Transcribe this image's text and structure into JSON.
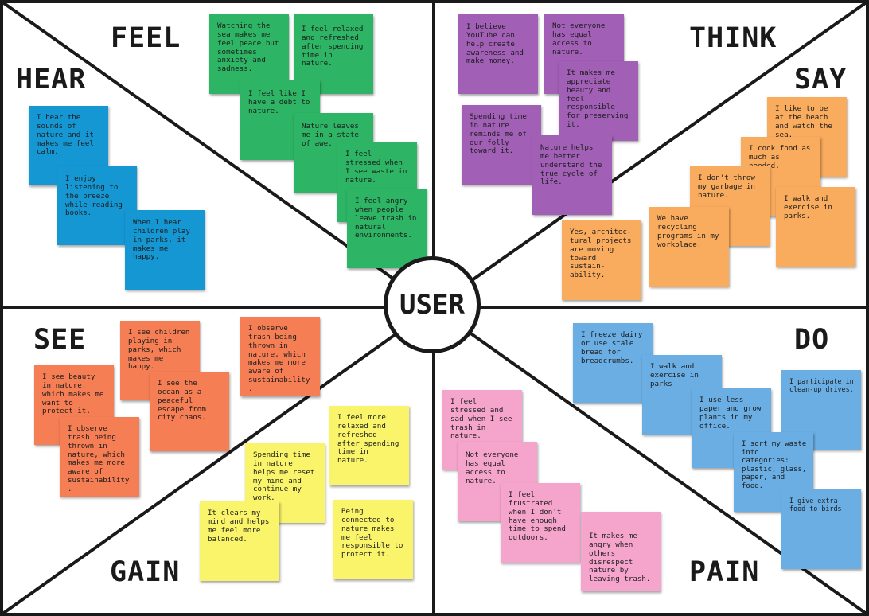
{
  "labels": {
    "feel": "FEEL",
    "hear": "HEAR",
    "think": "THINK",
    "say": "SAY",
    "see": "SEE",
    "do": "DO",
    "gain": "GAIN",
    "pain": "PAIN",
    "user": "USER"
  },
  "colors": {
    "feel": "#2db565",
    "hear": "#1597d4",
    "think": "#a15fb5",
    "say": "#f9ab5e",
    "see": "#f57e54",
    "gain": "#faf46b",
    "pain": "#f5a4cb",
    "do": "#6aaee3",
    "line": "#1a1a1a"
  },
  "feel": [
    "Watching the sea makes me feel peace but sometimes anxiety and sadness.",
    "I feel relaxed and refreshed after spending time in nature.",
    "I feel like I have a debt to nature.",
    "Nature leaves me in a state of awe.",
    "I feel stressed when I see waste in nature.",
    "I feel angry when people leave trash in natural environments."
  ],
  "hear": [
    "I hear the sounds of nature and it makes me feel calm.",
    "I enjoy listening to the breeze while reading books.",
    "When I hear children play in parks, it makes me happy."
  ],
  "think": [
    "I believe YouTube can help create awareness and make money.",
    "Not everyone has equal access to nature.",
    "It makes me appreciate beauty and feel responsible for preserving it.",
    "Spending time in nature reminds me of our folly toward it.",
    "Nature helps me better understand the true cycle of life."
  ],
  "say": [
    "I like to be at the beach and watch the sea.",
    "I cook food as much as needed.",
    "I don't throw my garbage in nature.",
    "I walk and exercise in parks.",
    "We have recycling programs in my workplace.",
    "Yes, architec-tural projects are moving toward sustain-ability."
  ],
  "see": [
    "I see children playing in parks, which makes me happy.",
    "I observe trash being thrown in nature, which makes me more aware of sustainability.",
    "I see beauty in nature, which makes me want to protect it.",
    "I see the ocean as a peaceful escape from city chaos.",
    "I observe trash being thrown in nature, which makes me more aware of sustainability."
  ],
  "gain": [
    "I feel more relaxed and refreshed after spending time in nature.",
    "Spending time in nature helps me reset my mind and continue my work.",
    "It clears my mind and helps me feel more balanced.",
    "Being connected to nature makes me feel responsible to protect it."
  ],
  "pain": [
    "I feel stressed and sad when I see trash in nature.",
    "Not everyone has equal access to nature.",
    "I feel frustrated when I don't have enough time to spend outdoors.",
    "It makes me angry when others disrespect nature by leaving trash."
  ],
  "do": [
    "I freeze dairy or use stale bread for breadcrumbs.",
    "I walk and exercise in parks",
    "I use less paper and grow plants in my office.",
    "I participate in clean-up drives.",
    "I sort my waste into categories: plastic, glass, paper, and food.",
    "I give extra food to birds"
  ]
}
